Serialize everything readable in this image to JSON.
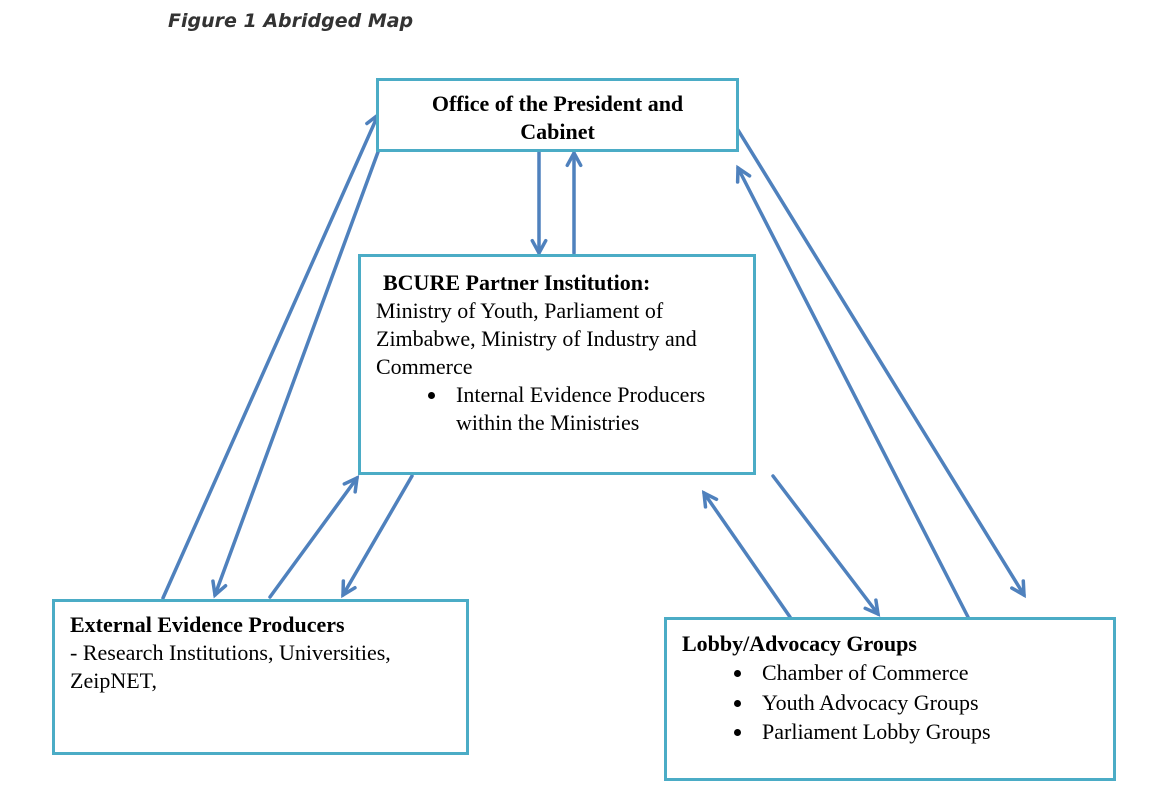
{
  "figure_title": "Figure 1 Abridged Map",
  "nodes": {
    "president": {
      "title": "Office of the President and Cabinet"
    },
    "bcure": {
      "title": "BCURE Partner Institution:",
      "text": "Ministry of Youth, Parliament of Zimbabwe, Ministry of Industry and Commerce",
      "bullets": [
        "Internal Evidence Producers within the Ministries"
      ]
    },
    "external": {
      "title": "External Evidence Producers",
      "text": "- Research Institutions, Universities, ZeipNET,"
    },
    "lobby": {
      "title": "Lobby/Advocacy Groups",
      "bullets": [
        "Chamber of Commerce",
        "Youth Advocacy Groups",
        "Parliament Lobby Groups"
      ]
    }
  },
  "colors": {
    "box_border": "#4bacc6",
    "arrow": "#4f81bd"
  }
}
